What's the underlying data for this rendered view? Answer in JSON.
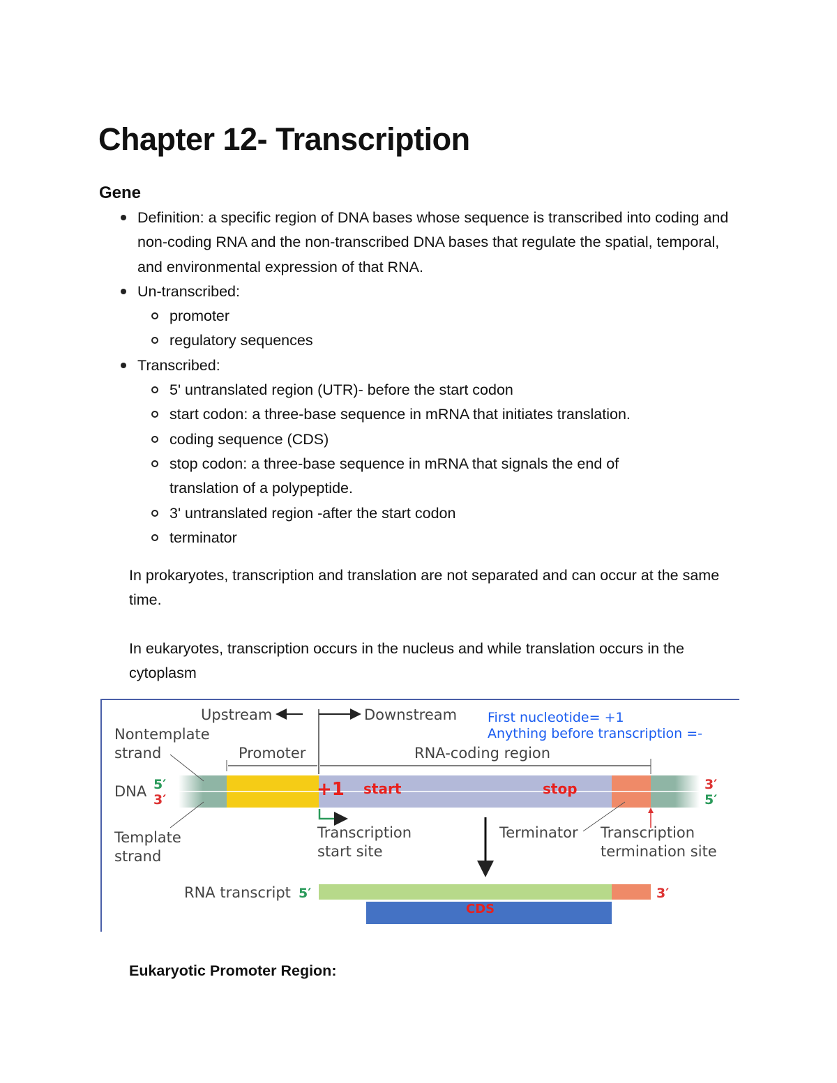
{
  "title": "Chapter 12- Transcription",
  "section": "Gene",
  "bullets": [
    {
      "text": "Definition: a specific region of DNA bases whose sequence is transcribed into coding and non-coding RNA and the non-transcribed DNA bases that regulate the spatial, temporal, and environmental expression of that RNA.",
      "sub": []
    },
    {
      "text": "Un-transcribed:",
      "sub": [
        "promoter",
        "regulatory sequences"
      ]
    },
    {
      "text": "Transcribed:",
      "sub": [
        "5' untranslated region (UTR)- before the start codon",
        "start codon: a three-base sequence in mRNA that initiates translation.",
        "coding sequence (CDS)",
        "stop codon: a three-base sequence in mRNA that signals the end of translation of a polypeptide.",
        "3' untranslated region -after the start codon",
        "terminator"
      ]
    }
  ],
  "paragraphs": [
    "In prokaryotes, transcription and translation are not separated and can occur at the same time.",
    "In eukaryotes, transcription occurs in the nucleus and while translation occurs in the cytoplasm"
  ],
  "figure": {
    "upstream": "Upstream",
    "downstream": "Downstream",
    "nontemplate": [
      "Nontemplate",
      "strand"
    ],
    "template": [
      "Template",
      "strand"
    ],
    "promoter": "Promoter",
    "rna_coding_region": "RNA-coding region",
    "dna": "DNA",
    "five_prime": "5′",
    "three_prime": "3′",
    "plus_one": "+1",
    "start": "start",
    "stop": "stop",
    "tss": [
      "Transcription",
      "start site"
    ],
    "terminator": "Terminator",
    "tts": [
      "Transcription",
      "termination site"
    ],
    "rna_transcript": "RNA transcript",
    "cds": "CDS",
    "note": [
      "First nucleotide= +1",
      "Anything before transcription =-"
    ],
    "colors": {
      "promoter": "#f5cc16",
      "coding": "#b3b9d9",
      "terminator": "#ef8a68",
      "flank": "#8fb5a5",
      "rna": "#b7d98a",
      "cds": "#4472c4",
      "annotation_red": "#e8201c",
      "note_blue": "#1a5cf0"
    }
  },
  "next_heading": "Eukaryotic Promoter Region:"
}
